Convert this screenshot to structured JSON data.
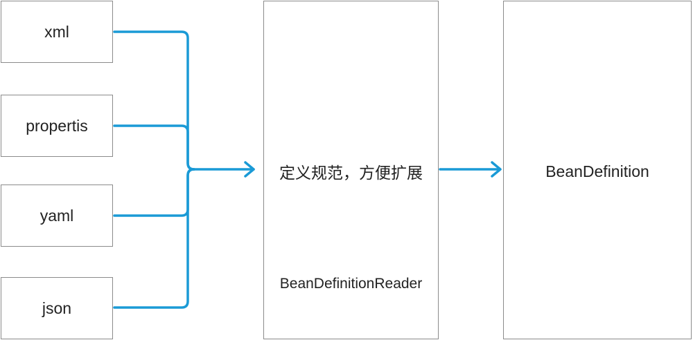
{
  "sources": [
    {
      "label": "xml"
    },
    {
      "label": "propertis"
    },
    {
      "label": "yaml"
    },
    {
      "label": "json"
    }
  ],
  "reader": {
    "description": "定义规范，方便扩展",
    "name": "BeanDefinitionReader"
  },
  "definition": {
    "label": "BeanDefinition"
  },
  "colors": {
    "connector": "#1a9ad6",
    "box_border": "#8a8a8a"
  }
}
